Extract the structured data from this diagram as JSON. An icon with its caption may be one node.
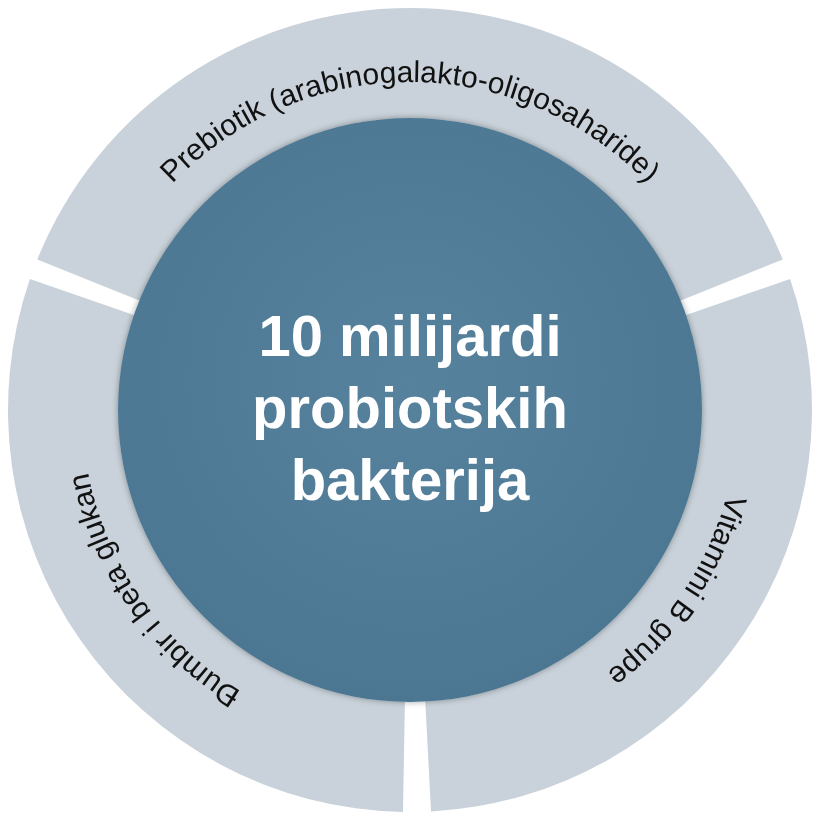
{
  "diagram": {
    "nodes": [
      {
        "text": [
          "10 milijardi probiotskih bakterija"
        ]
      },
      {
        "text": [
          "Prebiotik (arabinogalakto-oligosaharide)"
        ]
      },
      {
        "text": [
          "Vitamini B grupe"
        ]
      },
      {
        "text": [
          "Đumbir i beta glukan"
        ]
      }
    ]
  }
}
